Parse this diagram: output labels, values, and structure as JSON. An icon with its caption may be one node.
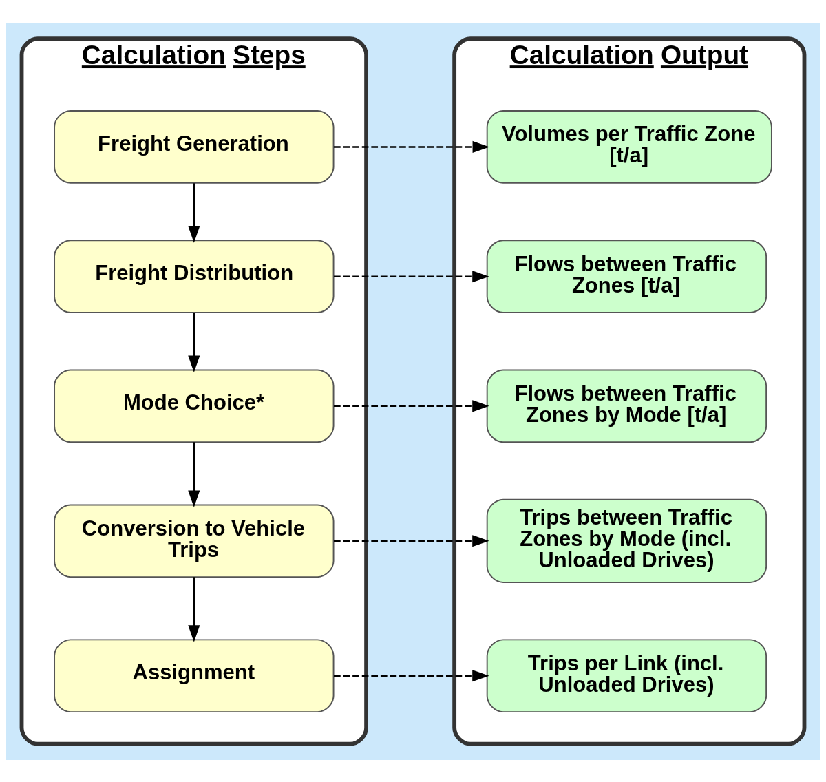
{
  "diagram": {
    "nodes": [
      {
        "text": [
          "Calculation Steps"
        ]
      },
      {
        "text": [
          "Freight Generation"
        ],
        "in": 0
      },
      {
        "text": [
          "Freight Distribution"
        ],
        "in": 0
      },
      {
        "text": [
          "Mode Choice*"
        ],
        "in": 0
      },
      {
        "text": [
          "Conversion to Vehicle Trips"
        ],
        "in": 0
      },
      {
        "text": [
          "Assignment"
        ],
        "in": 0
      },
      {
        "text": [
          "Calculation Output"
        ]
      },
      {
        "text": [
          "Volumes per Traffic Zone [t/a]"
        ],
        "in": 6
      },
      {
        "text": [
          "Flows between Traffic Zones [t/a]"
        ],
        "in": 6
      },
      {
        "text": [
          "Flows between Traffic Zones by Mode [t/a]"
        ],
        "in": 6
      },
      {
        "text": [
          "Trips between Traffic Zones by Mode (incl. Unloaded Drives)"
        ],
        "in": 6
      },
      {
        "text": [
          "Trips per Link (incl. Unloaded Drives)"
        ],
        "in": 6
      }
    ],
    "edges": [
      {
        "from": 1,
        "to": 2,
        "arrow": "to"
      },
      {
        "from": 2,
        "to": 3,
        "arrow": "to"
      },
      {
        "from": 3,
        "to": 4,
        "arrow": "to"
      },
      {
        "from": 4,
        "to": 5,
        "arrow": "to"
      },
      {
        "from": 1,
        "to": 7,
        "arrow": "to",
        "style": "dashed"
      },
      {
        "from": 2,
        "to": 8,
        "arrow": "to",
        "style": "dashed"
      },
      {
        "from": 3,
        "to": 9,
        "arrow": "to",
        "style": "dashed"
      },
      {
        "from": 4,
        "to": 10,
        "arrow": "to",
        "style": "dashed"
      },
      {
        "from": 5,
        "to": 11,
        "arrow": "to",
        "style": "dashed"
      }
    ]
  }
}
